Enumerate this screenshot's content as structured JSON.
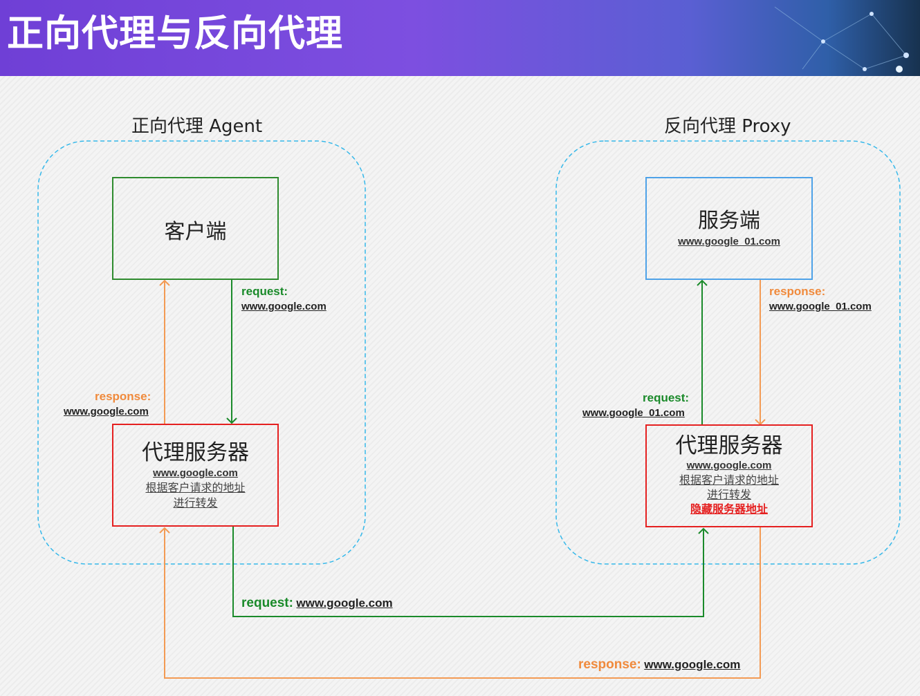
{
  "header": {
    "title": "正向代理与反向代理"
  },
  "colors": {
    "green": "#1a8a2a",
    "orange": "#f39a53",
    "red": "#e52020",
    "blue": "#4ea2e8",
    "dashed": "#35b8ea"
  },
  "forward": {
    "title": "正向代理 Agent",
    "client": {
      "label": "客户端"
    },
    "proxy": {
      "label": "代理服务器",
      "url": "www.google.com",
      "line1": "根据客户请求的地址",
      "line2": "进行转发"
    },
    "request": {
      "label": "request:",
      "url": "www.google.com"
    },
    "response": {
      "label": "response:",
      "url": "www.google.com"
    }
  },
  "reverse": {
    "title": "反向代理 Proxy",
    "server": {
      "label": "服务端",
      "url": "www.google_01.com"
    },
    "proxy": {
      "label": "代理服务器",
      "url": "www.google.com",
      "line1": "根据客户请求的地址",
      "line2": "进行转发",
      "line3": "隐藏服务器地址"
    },
    "response": {
      "label": "response:",
      "url": "www.google_01.com"
    },
    "request": {
      "label": "request:",
      "url": "www.google_01.com"
    }
  },
  "bottom": {
    "request": {
      "label": "request:",
      "url": "www.google.com"
    },
    "response": {
      "label": "response:",
      "url": "www.google.com"
    }
  }
}
